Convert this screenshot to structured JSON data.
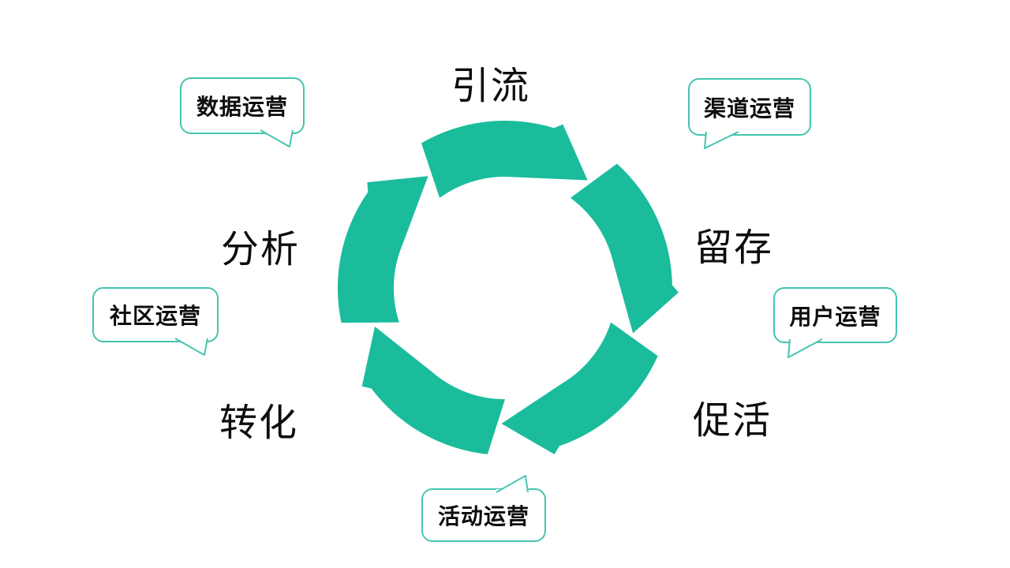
{
  "colors": {
    "arrow_green": "#1ABC9C",
    "callout_border": "#45C5B0",
    "text": "#0d0d0d"
  },
  "diagram": {
    "stages": [
      {
        "label": "引流",
        "position": "top"
      },
      {
        "label": "留存",
        "position": "right"
      },
      {
        "label": "促活",
        "position": "bottom-right"
      },
      {
        "label": "转化",
        "position": "bottom-left"
      },
      {
        "label": "分析",
        "position": "left"
      }
    ],
    "callouts": [
      {
        "label": "数据运营",
        "position": "top-left"
      },
      {
        "label": "渠道运营",
        "position": "top-right"
      },
      {
        "label": "用户运营",
        "position": "right"
      },
      {
        "label": "社区运营",
        "position": "left"
      },
      {
        "label": "活动运营",
        "position": "bottom"
      }
    ]
  }
}
